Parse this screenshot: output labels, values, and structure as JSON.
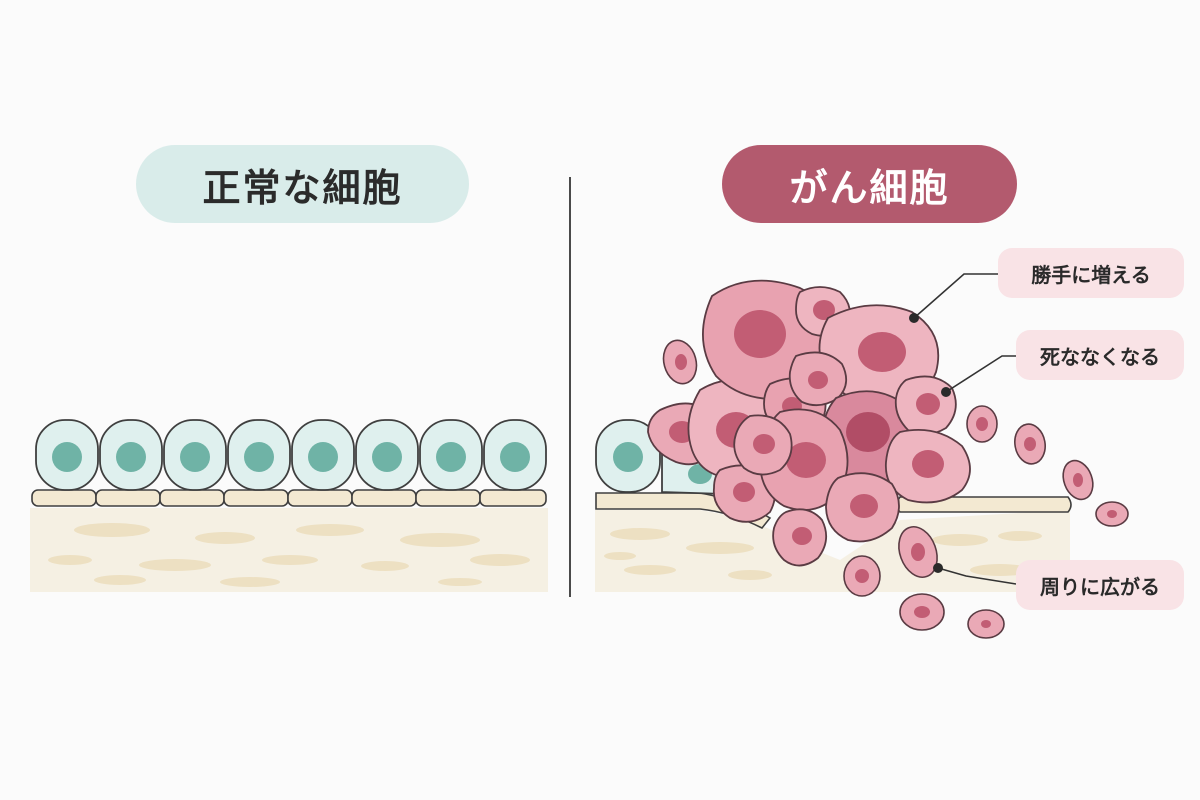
{
  "normal": {
    "title": "正常な細胞"
  },
  "cancer": {
    "title": "がん細胞",
    "labels": [
      "勝手に増える",
      "死ななくなる",
      "周りに広がる"
    ]
  },
  "colors": {
    "normal_cell_fill": "#dff0ee",
    "normal_nucleus": "#6fb3a6",
    "cancer_cell_fill": "#eaa9b6",
    "cancer_nucleus": "#c25d74",
    "tissue": "#f5f0e3",
    "tissue_spot": "#ede0c2",
    "outline": "#3f3f3f"
  }
}
